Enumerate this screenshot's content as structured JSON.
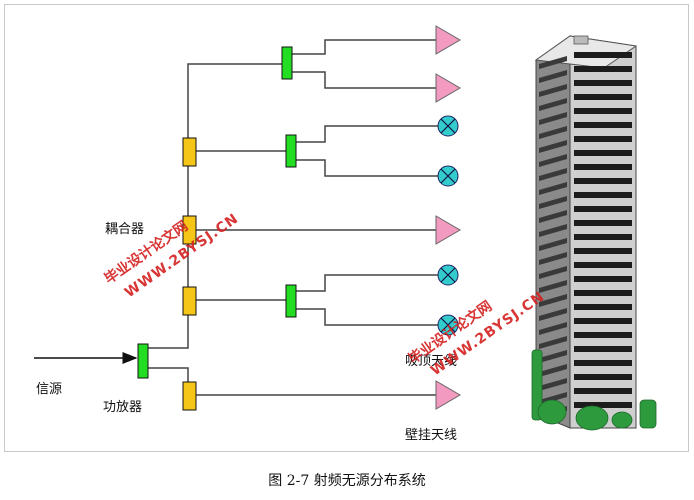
{
  "labels": {
    "coupler": "耦合器",
    "signal_source": "信源",
    "power_amplifier": "功放器",
    "ceiling_antenna": "吸顶天线",
    "wall_antenna": "壁挂天线"
  },
  "caption": "图 2-7  射频无源分布系统",
  "watermark": {
    "site_name": "毕业设计论文网",
    "site_url": "WWW.2BYSJ.CN"
  },
  "colors": {
    "coupler": "#f5c518",
    "splitter": "#22dd22",
    "wall_antenna": "#f29ac0",
    "ceiling_antenna": "#33cccc",
    "line": "#444444",
    "watermark": "#d42020"
  }
}
